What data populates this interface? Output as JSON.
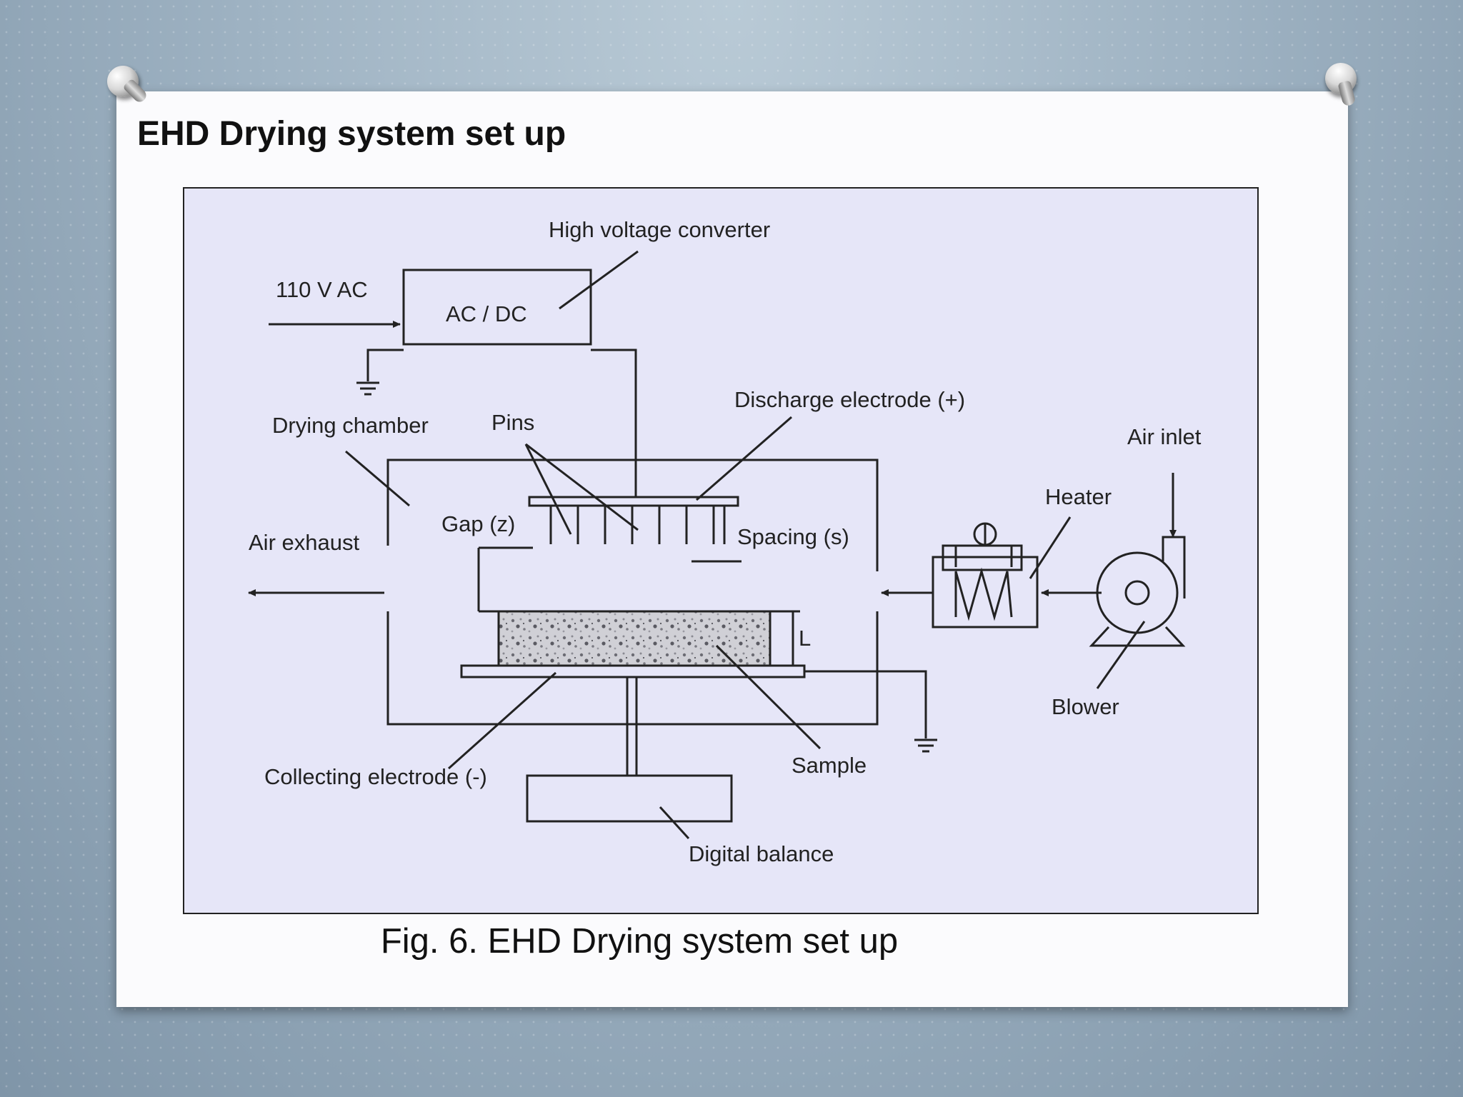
{
  "slide": {
    "title": "EHD Drying system set up",
    "caption": "Fig. 6. EHD Drying system set up"
  },
  "diagram": {
    "labels": {
      "high_voltage_converter": "High voltage converter",
      "ac_dc": "AC / DC",
      "vac": "110 V AC",
      "drying_chamber": "Drying chamber",
      "pins": "Pins",
      "discharge_electrode": "Discharge electrode (+)",
      "air_inlet": "Air inlet",
      "heater": "Heater",
      "gap": "Gap (z)",
      "spacing": "Spacing (s)",
      "air_exhaust": "Air exhaust",
      "length": "L",
      "blower": "Blower",
      "collecting_electrode": "Collecting electrode (-)",
      "sample": "Sample",
      "digital_balance": "Digital balance"
    }
  }
}
